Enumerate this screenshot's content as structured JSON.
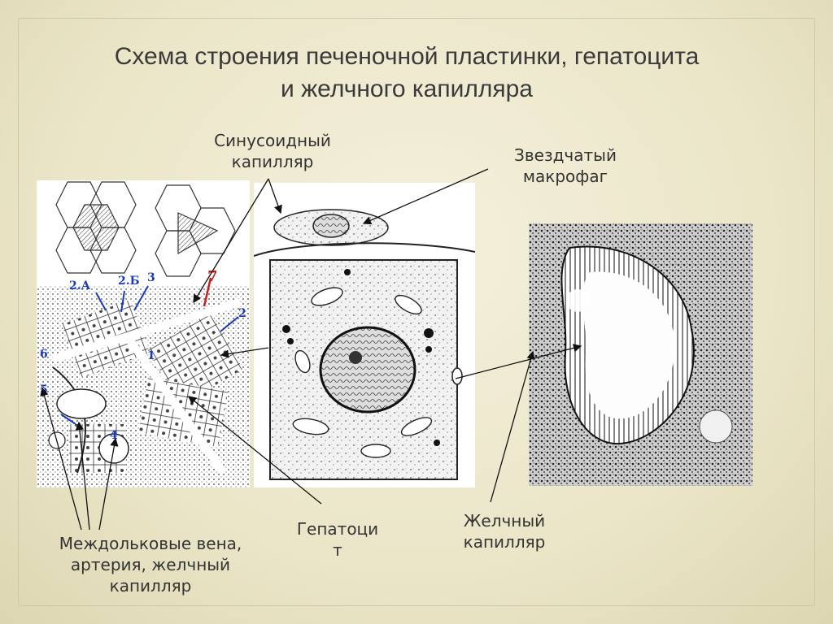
{
  "title": {
    "line1": "Схема строения печеночной пластинки, гепатоцита",
    "line2": "и желчного капилляра"
  },
  "labels": {
    "sinusoid": {
      "line1": "Синусоидный",
      "line2": "капилляр"
    },
    "macrophage": {
      "line1": "Звездчатый",
      "line2": "макрофаг"
    },
    "interlobular": {
      "line1": "Междольковые вена,",
      "line2": "артерия, желчный",
      "line3": "капилляр"
    },
    "hepatocyte": {
      "line1": "Гепатоци",
      "line2": "т"
    },
    "bile": {
      "line1": "Желчный",
      "line2": "капилляр"
    }
  },
  "lobule_numbers": {
    "n2a": "2.А",
    "n2b": "2.Б",
    "n3": "3",
    "n7": "7",
    "n2": "2",
    "n6": "6",
    "n1": "1",
    "n5": "5",
    "n4": "4"
  },
  "colors": {
    "background": "#ebe6c8",
    "title_text": "#3a3a3a",
    "marker_blue": "#1a3ab8",
    "marker_red": "#c81e1e"
  }
}
